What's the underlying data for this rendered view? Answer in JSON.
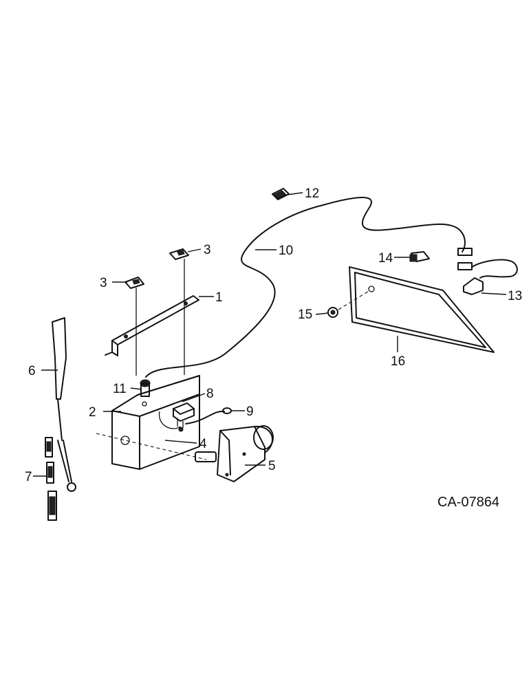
{
  "callouts": {
    "c1": "1",
    "c2": "2",
    "c3a": "3",
    "c3b": "3",
    "c4": "4",
    "c5": "5",
    "c6": "6",
    "c7": "7",
    "c8": "8",
    "c9": "9",
    "c10": "10",
    "c11": "11",
    "c12": "12",
    "c13": "13",
    "c14": "14",
    "c15": "15",
    "c16": "16"
  },
  "drawing_code": "CA-07864"
}
